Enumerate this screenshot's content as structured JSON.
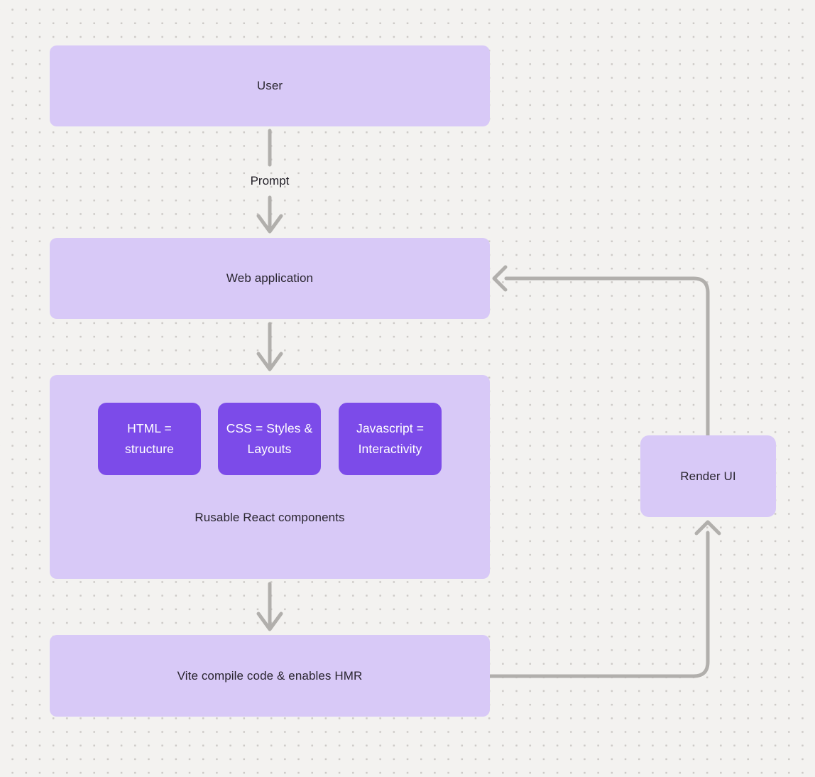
{
  "diagram": {
    "background": {
      "color": "#f3f2f0",
      "dot_color": "#cdcac7"
    },
    "palette": {
      "node_fill": "#d8c9f7",
      "chip_fill": "#7c4be9",
      "chip_text": "#ffffff",
      "node_text": "#29252f",
      "arrow": "#b1afac",
      "label_text": "#211e26"
    },
    "nodes": {
      "user": {
        "label": "User"
      },
      "web_application": {
        "label": "Web application"
      },
      "components_group": {
        "label": "Rusable React components",
        "chips": [
          {
            "label": "HTML = structure"
          },
          {
            "label": "CSS = Styles & Layouts"
          },
          {
            "label": "Javascript = Interactivity"
          }
        ]
      },
      "vite": {
        "label": "Vite compile code & enables HMR"
      },
      "render_ui": {
        "label": "Render UI"
      }
    },
    "edges": {
      "prompt_label": "Prompt"
    }
  }
}
